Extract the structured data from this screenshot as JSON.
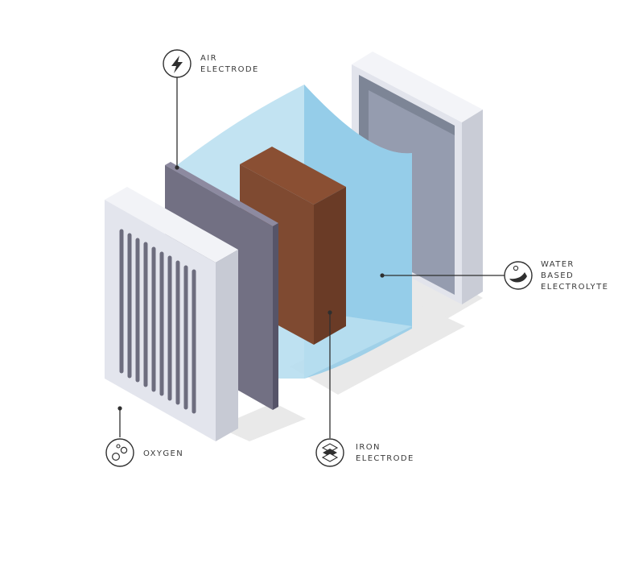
{
  "labels": {
    "air_electrode": {
      "line1": "AIR",
      "line2": "ELECTRODE",
      "icon": "lightning-bolt-icon"
    },
    "water_electrolyte": {
      "line1": "WATER",
      "line2": "BASED",
      "line3": "ELECTROLYTE",
      "icon": "water-drop-icon"
    },
    "iron_electrode": {
      "line1": "IRON",
      "line2": "ELECTRODE",
      "icon": "stacked-plates-icon"
    },
    "oxygen": {
      "line1": "OXYGEN",
      "icon": "bubbles-icon"
    }
  },
  "colors": {
    "air_electrode": "#6f6d7e",
    "iron_electrode": "#7e4a33",
    "electrolyte": "#9fd2ea",
    "frame": "#e4e6ee",
    "shadow": "#e8e8e8",
    "text": "#3a3a3a"
  }
}
